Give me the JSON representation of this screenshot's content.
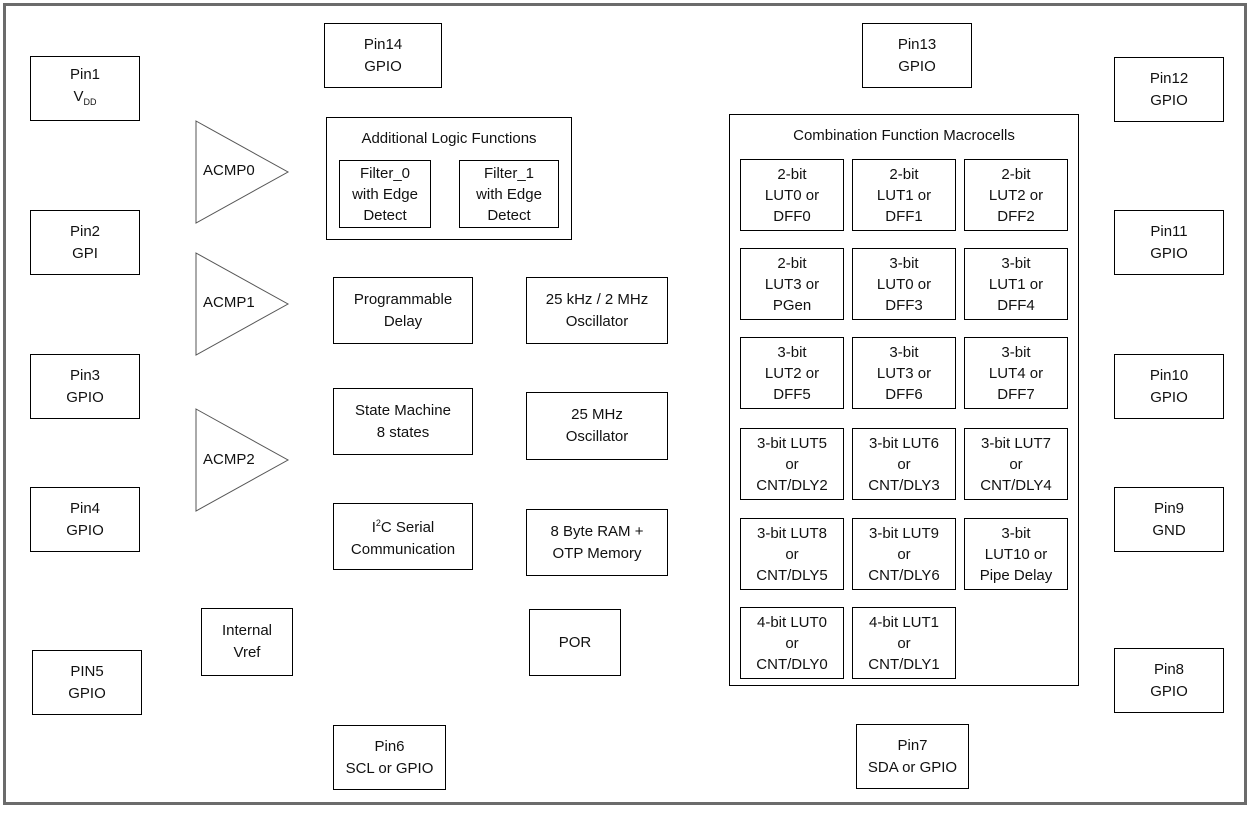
{
  "pins": {
    "pin1": {
      "line1": "Pin1",
      "line2_main": "V",
      "line2_sub": "DD"
    },
    "pin2": {
      "line1": "Pin2",
      "line2": "GPI"
    },
    "pin3": {
      "line1": "Pin3",
      "line2": "GPIO"
    },
    "pin4": {
      "line1": "Pin4",
      "line2": "GPIO"
    },
    "pin5": {
      "line1": "PIN5",
      "line2": "GPIO"
    },
    "pin6": {
      "line1": "Pin6",
      "line2": "SCL or GPIO"
    },
    "pin7": {
      "line1": "Pin7",
      "line2": "SDA or GPIO"
    },
    "pin8": {
      "line1": "Pin8",
      "line2": "GPIO"
    },
    "pin9": {
      "line1": "Pin9",
      "line2": "GND"
    },
    "pin10": {
      "line1": "Pin10",
      "line2": "GPIO"
    },
    "pin11": {
      "line1": "Pin11",
      "line2": "GPIO"
    },
    "pin12": {
      "line1": "Pin12",
      "line2": "GPIO"
    },
    "pin13": {
      "line1": "Pin13",
      "line2": "GPIO"
    },
    "pin14": {
      "line1": "Pin14",
      "line2": "GPIO"
    }
  },
  "comparators": [
    "ACMP0",
    "ACMP1",
    "ACMP2"
  ],
  "logic_functions": {
    "title": "Additional Logic Functions",
    "filter0": [
      "Filter_0",
      "with Edge",
      "Detect"
    ],
    "filter1": [
      "Filter_1",
      "with Edge",
      "Detect"
    ]
  },
  "blocks": {
    "prog_delay": [
      "Programmable",
      "Delay"
    ],
    "state_machine": [
      "State Machine",
      "8 states"
    ],
    "i2c": {
      "sup_main": "I",
      "sup": "2",
      "rest": "C Serial",
      "line2": "Communication"
    },
    "osc1": [
      "25 kHz / 2 MHz",
      "Oscillator"
    ],
    "osc2": [
      "25 MHz",
      "Oscillator"
    ],
    "ram": [
      "8 Byte RAM +",
      "OTP Memory"
    ],
    "vref": [
      "Internal",
      "Vref"
    ],
    "por": [
      "POR"
    ]
  },
  "macrocells": {
    "title": "Combination Function Macrocells",
    "cells": [
      [
        "2-bit",
        "LUT0 or",
        "DFF0"
      ],
      [
        "2-bit",
        "LUT1 or",
        "DFF1"
      ],
      [
        "2-bit",
        "LUT2 or",
        "DFF2"
      ],
      [
        "2-bit",
        "LUT3 or",
        "PGen"
      ],
      [
        "3-bit",
        "LUT0 or",
        "DFF3"
      ],
      [
        "3-bit",
        "LUT1 or",
        "DFF4"
      ],
      [
        "3-bit",
        "LUT2 or",
        "DFF5"
      ],
      [
        "3-bit",
        "LUT3 or",
        "DFF6"
      ],
      [
        "3-bit",
        "LUT4 or",
        "DFF7"
      ],
      [
        "3-bit LUT5",
        "or",
        "CNT/DLY2"
      ],
      [
        "3-bit LUT6",
        "or",
        "CNT/DLY3"
      ],
      [
        "3-bit LUT7",
        "or",
        "CNT/DLY4"
      ],
      [
        "3-bit LUT8",
        "or",
        "CNT/DLY5"
      ],
      [
        "3-bit LUT9",
        "or",
        "CNT/DLY6"
      ],
      [
        "3-bit",
        "LUT10 or",
        "Pipe Delay"
      ],
      [
        "4-bit LUT0",
        "or",
        "CNT/DLY0"
      ],
      [
        "4-bit LUT1",
        "or",
        "CNT/DLY1"
      ]
    ]
  }
}
